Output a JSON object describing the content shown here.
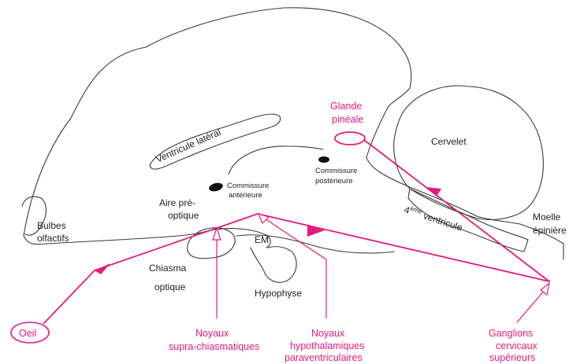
{
  "colors": {
    "pathway": "#e6197f",
    "outline": "#3a3a3a",
    "text": "#222222"
  },
  "labels": {
    "ventricule_lateral": "Ventricule latéral",
    "cervelet": "Cervelet",
    "glande_pineale_1": "Glande",
    "glande_pineale_2": "pinéale",
    "commissure_anterieure_1": "Commissure",
    "commissure_anterieure_2": "antérieure",
    "commissure_posterieure_1": "Commissure",
    "commissure_posterieure_2": "postérieure",
    "aire_preoptique_1": "Aire pré-",
    "aire_preoptique_2": "optique",
    "bulbes_olfactifs_1": "Bulbes",
    "bulbes_olfactifs_2": "olfactifs",
    "ventricule_4_num": "4",
    "ventricule_4_sup": "ème",
    "ventricule_4_text": " ventricule",
    "moelle_epiniere_1": "Moelle",
    "moelle_epiniere_2": "épinière",
    "em": "EM",
    "chiasma_optique_1": "Chiasma",
    "chiasma_optique_2": "optique",
    "hypophyse": "Hypophyse",
    "oeil": "Oeil",
    "noyaux_sc_1": "Noyaux",
    "noyaux_sc_2": "supra-chiasmatiques",
    "noyaux_pv_1": "Noyaux",
    "noyaux_pv_2": "hypothalamiques",
    "noyaux_pv_3": "paraventriculaires",
    "ganglions_1": "Ganglions",
    "ganglions_2": "cervicaux",
    "ganglions_3": "supérieurs"
  }
}
